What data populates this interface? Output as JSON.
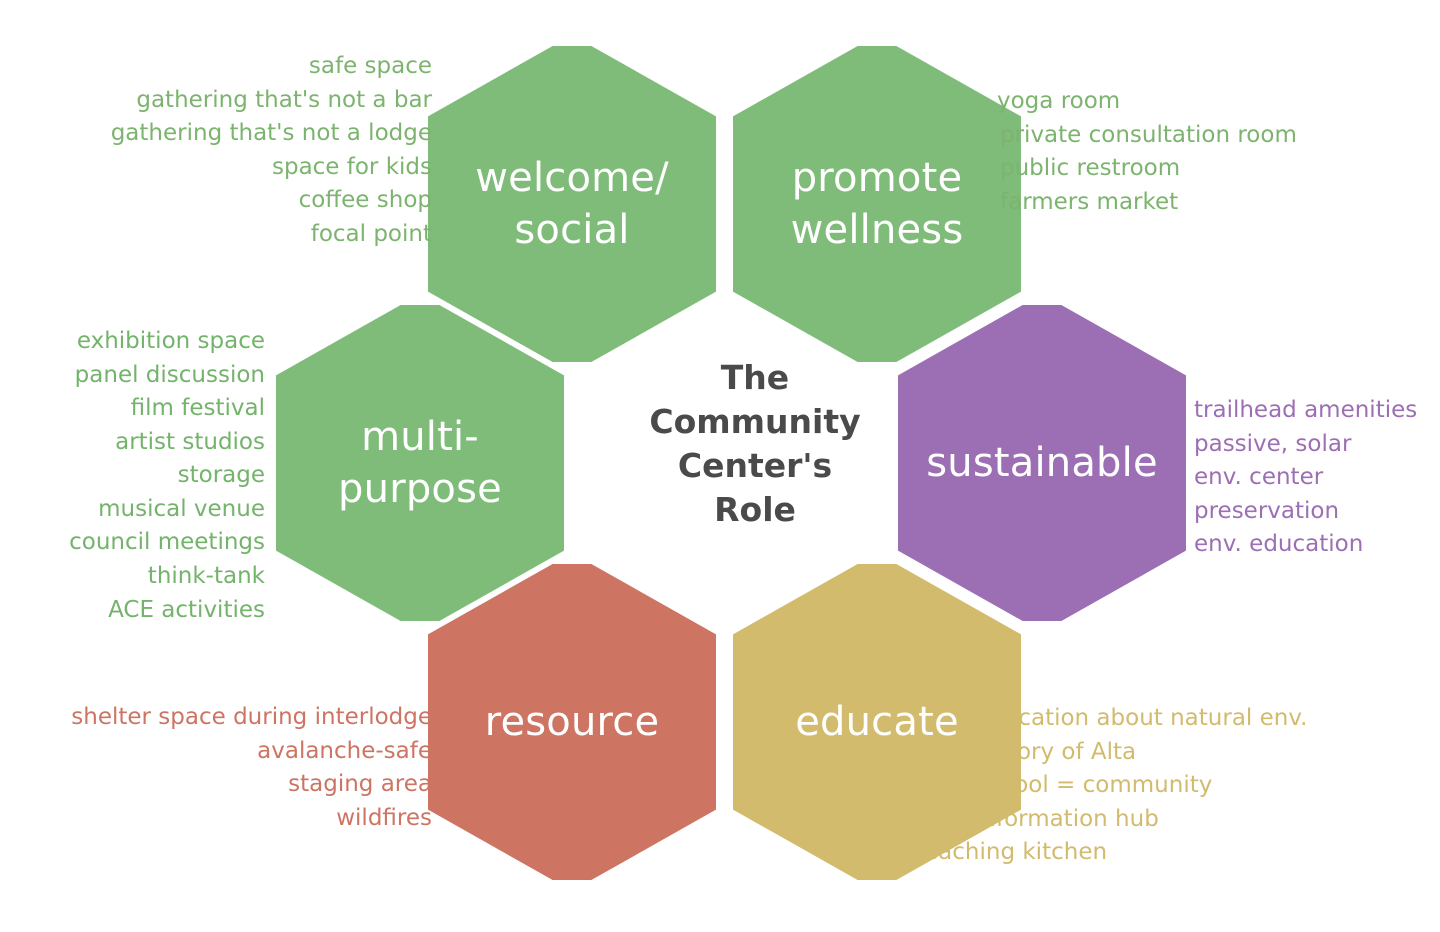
{
  "center": {
    "title": "The\nCommunity\nCenter's\nRole",
    "color": "#4a4a4a"
  },
  "colors": {
    "green": "#7fbc79",
    "green_text": "#74b36b",
    "purple": "#9c6fb4",
    "red": "#cd7463",
    "yellow": "#d2bb6d",
    "label_text": "#ffffff",
    "background": "#ffffff"
  },
  "nodes": [
    {
      "id": "welcome",
      "label": "welcome/\nsocial",
      "color": "#7fbc79",
      "text_color": "#7cb46f",
      "items": [
        "safe space",
        "gathering that's not a bar",
        "gathering that's not a lodge",
        "space for kids",
        "coffee shop",
        "focal point"
      ]
    },
    {
      "id": "wellness",
      "label": "promote\nwellness",
      "color": "#7fbc79",
      "text_color": "#7cb46f",
      "items": [
        "yoga room",
        "private consultation room",
        "public restroom",
        "farmers market"
      ]
    },
    {
      "id": "multi",
      "label": "multi-\npurpose",
      "color": "#7fbc79",
      "text_color": "#74b36b",
      "items": [
        "exhibition space",
        "panel discussion",
        "film festival",
        "artist studios",
        "storage",
        "musical venue",
        "council meetings",
        "think-tank",
        "ACE activities"
      ]
    },
    {
      "id": "sustainable",
      "label": "sustainable",
      "color": "#9c6fb4",
      "text_color": "#9c6fb4",
      "items": [
        "trailhead amenities",
        "passive, solar",
        "env. center",
        "preservation",
        "env. education"
      ]
    },
    {
      "id": "resource",
      "label": "resource",
      "color": "#cd7463",
      "text_color": "#cd7463",
      "items": [
        "shelter space during interlodge",
        "avalanche-safe",
        "staging area",
        "wildfires"
      ]
    },
    {
      "id": "educate",
      "label": "educate",
      "color": "#d2bb6d",
      "text_color": "#d2bb6d",
      "items": [
        "education about natural env.",
        "history of Alta",
        "school = community",
        "information hub",
        "teaching kitchen"
      ]
    }
  ]
}
